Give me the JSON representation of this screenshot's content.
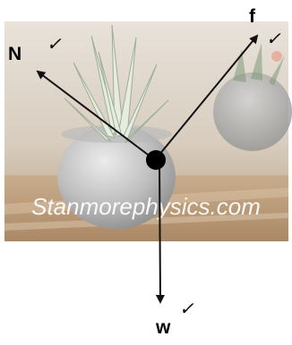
{
  "diagram": {
    "watermark": "Stanmorephysics.com",
    "forces": [
      {
        "id": "normal",
        "label": "N",
        "check": "✓"
      },
      {
        "id": "friction",
        "label": "f",
        "check": "✓"
      },
      {
        "id": "weight",
        "label": "w",
        "check": "✓"
      }
    ],
    "colors": {
      "arrow": "#111111",
      "dot": "#000000",
      "photo_bg": "#cfc3b4",
      "table": "#b89a78",
      "pot": "#c9c9c9",
      "watermark": "#ffffff"
    }
  }
}
